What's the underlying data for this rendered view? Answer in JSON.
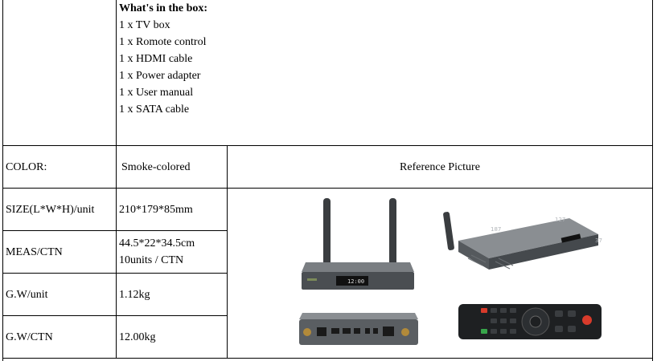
{
  "box": {
    "heading": "What's in the box:",
    "items": [
      "1 x TV box",
      "1 x Romote control",
      "1 x HDMI cable",
      "1 x Power adapter",
      "1 x User manual",
      "1 x SATA cable"
    ]
  },
  "specs": {
    "color_label": "COLOR:",
    "color_value": "Smoke-colored",
    "reference_label": "Reference Picture",
    "size_label": "SIZE(L*W*H)/unit",
    "size_value": "210*179*85mm",
    "meas_label": "MEAS/CTN",
    "meas_value_1": "44.5*22*34.5cm",
    "meas_value_2": "10units / CTN",
    "gw_unit_label": "G.W/unit",
    "gw_unit_value": "1.12kg",
    "gw_ctn_label": "G.W/CTN",
    "gw_ctn_value": "12.00kg"
  },
  "picture": {
    "display_text": "12:00",
    "dim_1": "187",
    "dim_2": "127",
    "dim_3": "37"
  }
}
